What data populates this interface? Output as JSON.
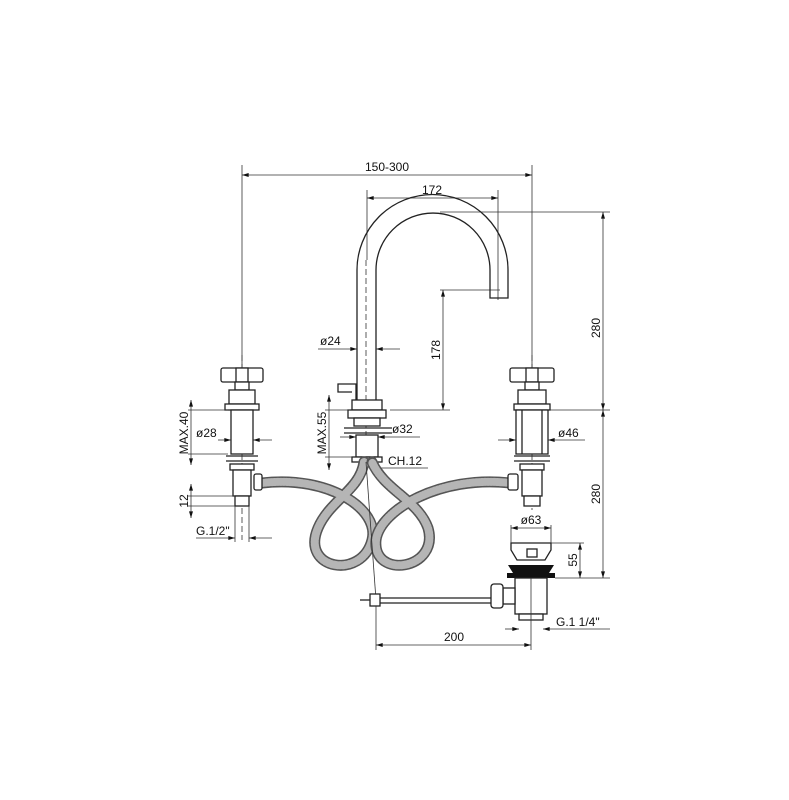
{
  "drawing": {
    "title": "Three-hole basin mixer with pop-up waste - technical drawing",
    "dimensions": {
      "spread": "150-300",
      "spout_reach": "172",
      "spout_height": "178",
      "total_height_upper": "280",
      "total_height_lower": "280",
      "spout_diameter": "ø24",
      "spout_base_diameter": "ø32",
      "spout_max_thickness": "MAX.55",
      "spout_wrench": "CH.12",
      "handle_left_diameter": "ø28",
      "handle_right_diameter": "ø46",
      "handle_max_thickness": "MAX.40",
      "thread_length": "12",
      "inlet_thread": "G.1/2\"",
      "waste_diameter": "ø63",
      "waste_height": "55",
      "waste_thread": "G.1 1/4\"",
      "rod_length": "200"
    },
    "colors": {
      "line": "#222222",
      "hose": "#555555",
      "background": "#ffffff"
    }
  }
}
